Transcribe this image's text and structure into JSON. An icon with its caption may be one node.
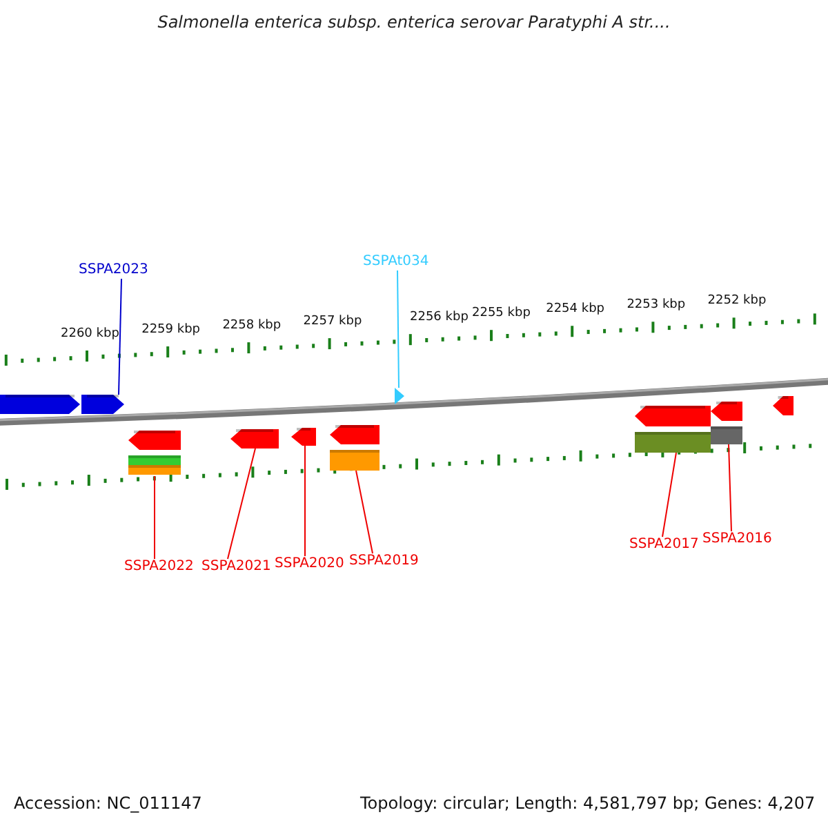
{
  "diagram": {
    "title": "Salmonella enterica subsp. enterica serovar Paratyphi A str....",
    "nodes": [
      {
        "text": [
          "SSPA2023"
        ]
      },
      {
        "text": [
          "SSPAt034"
        ]
      },
      {
        "text": [
          "SSPA2022"
        ]
      },
      {
        "text": [
          "SSPA2021"
        ]
      },
      {
        "text": [
          "SSPA2020"
        ]
      },
      {
        "text": [
          "SSPA2019"
        ]
      },
      {
        "text": [
          "SSPA2017"
        ]
      },
      {
        "text": [
          "SSPA2016"
        ]
      },
      {
        "text": [],
        "shape": "arrow"
      },
      {
        "text": [],
        "shape": "arrow"
      },
      {
        "text": [],
        "shape": "arrow"
      },
      {
        "text": [],
        "shape": "arrow"
      },
      {
        "text": [],
        "shape": "arrow"
      },
      {
        "text": [],
        "shape": "arrow"
      },
      {
        "text": [],
        "shape": "arrow"
      },
      {
        "text": [],
        "shape": "arrow"
      },
      {
        "text": [],
        "shape": "arrow"
      },
      {
        "text": [],
        "shape": "arrow"
      }
    ],
    "edges": [
      {
        "from": 0,
        "to": 9,
        "arrow": "none",
        "color": "#0000cc"
      },
      {
        "from": 1,
        "to": 10,
        "arrow": "none",
        "color": "#33ccff"
      },
      {
        "from": 2,
        "to": 11,
        "arrow": "none"
      },
      {
        "from": 3,
        "to": 12,
        "arrow": "none"
      },
      {
        "from": 4,
        "to": 13,
        "arrow": "none"
      },
      {
        "from": 5,
        "to": 14,
        "arrow": "none"
      },
      {
        "from": 6,
        "to": 15,
        "arrow": "none"
      },
      {
        "from": 7,
        "to": 16,
        "arrow": "none"
      }
    ],
    "labels": [
      "2260 kbp",
      "2259 kbp",
      "2258 kbp",
      "2257 kbp",
      "2256 kbp",
      "2255 kbp",
      "2254 kbp",
      "2253 kbp",
      "2252 kbp",
      "Accession: NC_011147",
      "Topology: circular; Length: 4,581,797 bp; Genes: 4,207"
    ]
  }
}
